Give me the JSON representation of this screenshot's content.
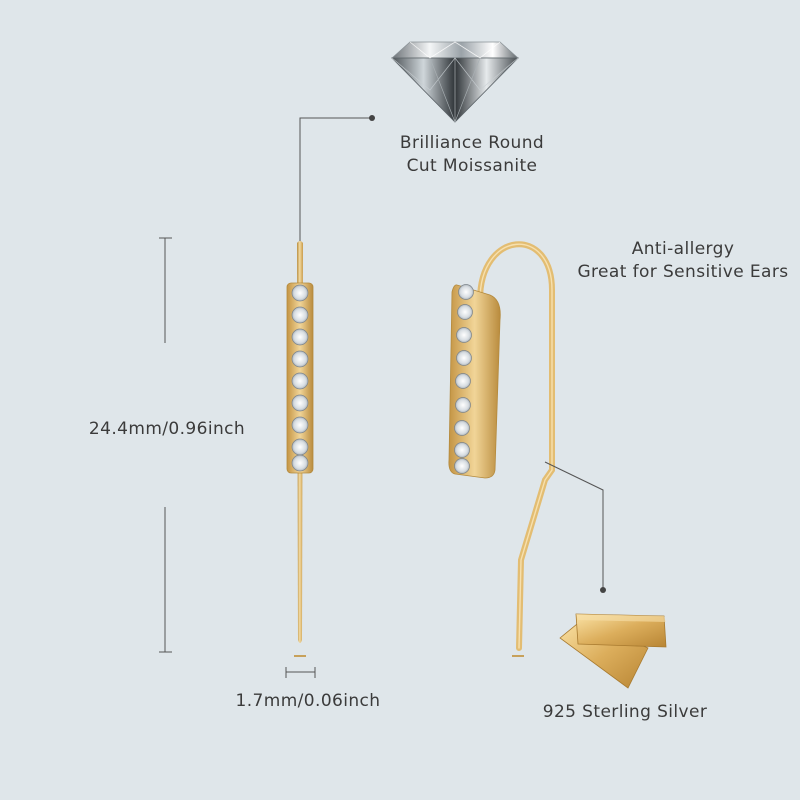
{
  "features": {
    "stone": {
      "line1": "Brilliance Round",
      "line2": "Cut Moissanite"
    },
    "allergy": {
      "line1": "Anti-allergy",
      "line2": "Great for Sensitive Ears"
    },
    "metal": {
      "label": "925 Sterling Silver"
    }
  },
  "dimensions": {
    "length": "24.4mm/0.96inch",
    "width": "1.7mm/0.06inch"
  },
  "colors": {
    "background": "#dfe6ea",
    "gold": "#d9b264",
    "gold_dark": "#b88d3e",
    "gold_light": "#f3dba2",
    "line": "#555555"
  }
}
